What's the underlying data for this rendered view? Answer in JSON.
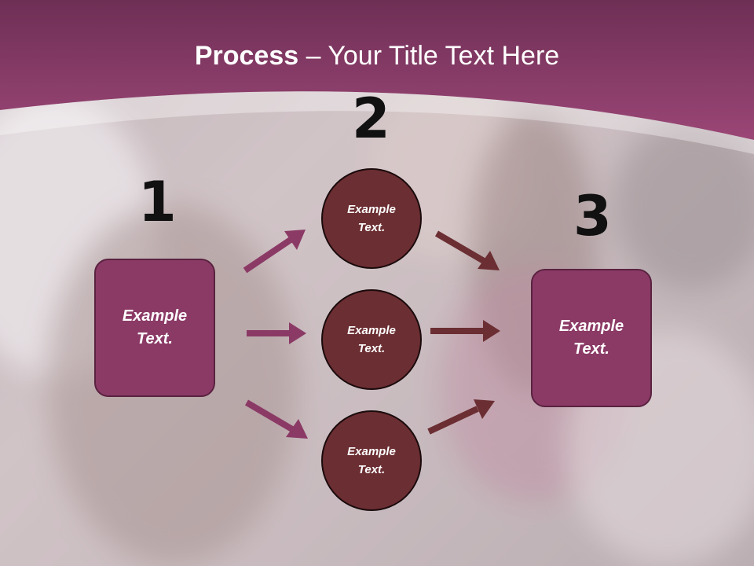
{
  "colors": {
    "header": "#8b3a66",
    "box_fill": "#8b3a66",
    "circle_fill": "#6b2e32",
    "arrow_left": "#8b3a66",
    "arrow_right": "#6b2e32"
  },
  "title": {
    "bold": "Process",
    "rest": " – Your Title Text Here"
  },
  "steps": {
    "one": "1",
    "two": "2",
    "three": "3"
  },
  "box_left": {
    "label": "Example\nText."
  },
  "box_right": {
    "label": "Example\nText."
  },
  "circles": [
    {
      "label": "Example\nText."
    },
    {
      "label": "Example\nText."
    },
    {
      "label": "Example\nText."
    }
  ]
}
